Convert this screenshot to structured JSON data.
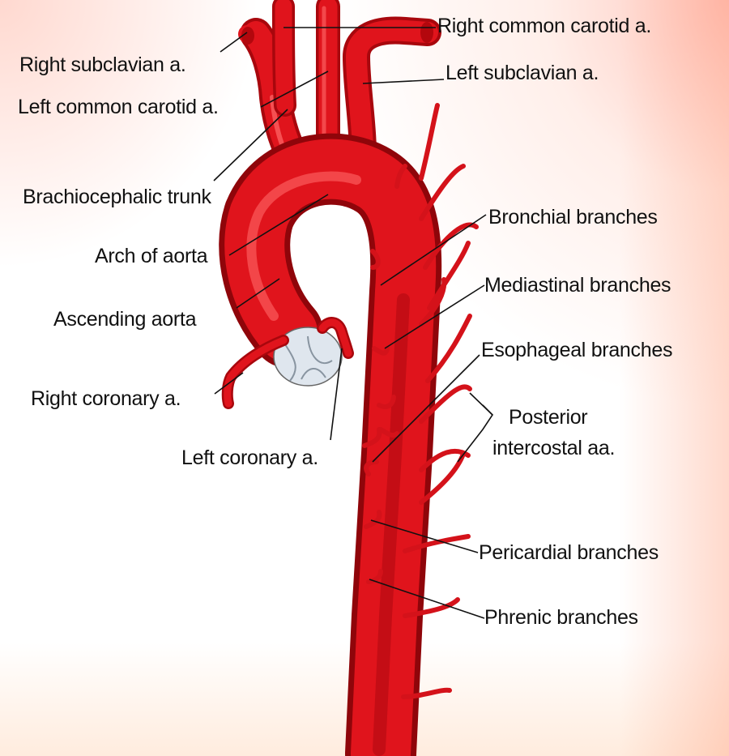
{
  "labels": {
    "right_common_carotid": "Right common carotid a.",
    "right_subclavian": "Right subclavian a.",
    "left_subclavian": "Left subclavian a.",
    "left_common_carotid": "Left common carotid a.",
    "brachiocephalic_trunk": "Brachiocephalic trunk",
    "bronchial_branches": "Bronchial branches",
    "arch_of_aorta": "Arch of aorta",
    "mediastinal_branches": "Mediastinal branches",
    "ascending_aorta": "Ascending aorta",
    "esophageal_branches": "Esophageal branches",
    "right_coronary": "Right coronary a.",
    "posterior_intercostal_line1": "Posterior",
    "posterior_intercostal_line2": "intercostal aa.",
    "left_coronary": "Left coronary a.",
    "pericardial_branches": "Pericardial branches",
    "phrenic_branches": "Phrenic branches"
  },
  "colors": {
    "artery": "#e0141c",
    "artery_dark": "#a8070d",
    "artery_highlight": "#ff6a6a",
    "valve": "#dfe6ee",
    "leader_line": "#111111"
  }
}
